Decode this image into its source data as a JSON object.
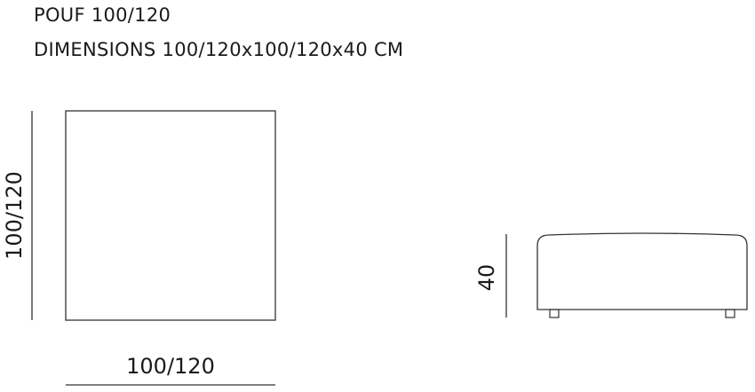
{
  "header": {
    "title": "POUF 100/120",
    "dimensions": "DIMENSIONS 100/120x100/120x40 CM"
  },
  "top_view": {
    "height_label": "100/120",
    "width_label": "100/120"
  },
  "side_view": {
    "height_label": "40"
  },
  "colors": {
    "line": "#333333",
    "text": "#1a1a1a",
    "background": "#ffffff"
  }
}
